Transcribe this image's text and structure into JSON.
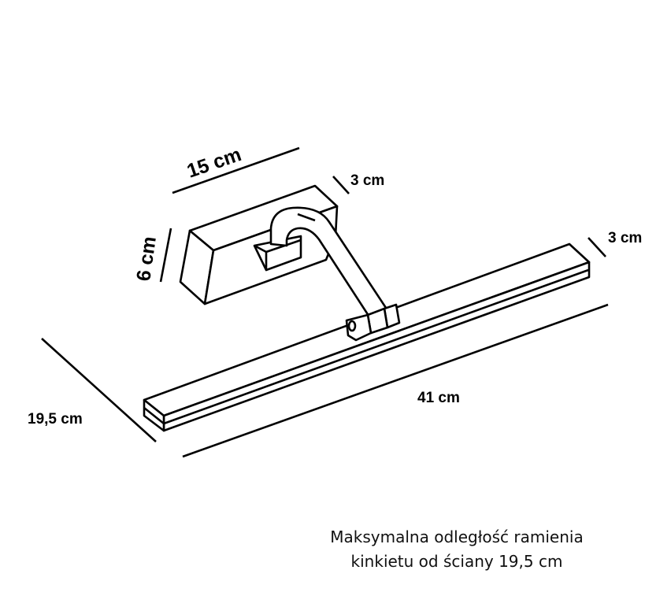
{
  "dimensions": {
    "box_width": "15 cm",
    "box_depth": "3 cm",
    "box_height": "6 cm",
    "bar_depth": "3 cm",
    "arm_reach": "19,5 cm",
    "bar_length": "41 cm"
  },
  "caption": {
    "line1": "Maksymalna odległość ramienia",
    "line2": "kinkietu od ściany 19,5 cm"
  },
  "colors": {
    "line": "#000000",
    "background": "#ffffff"
  }
}
